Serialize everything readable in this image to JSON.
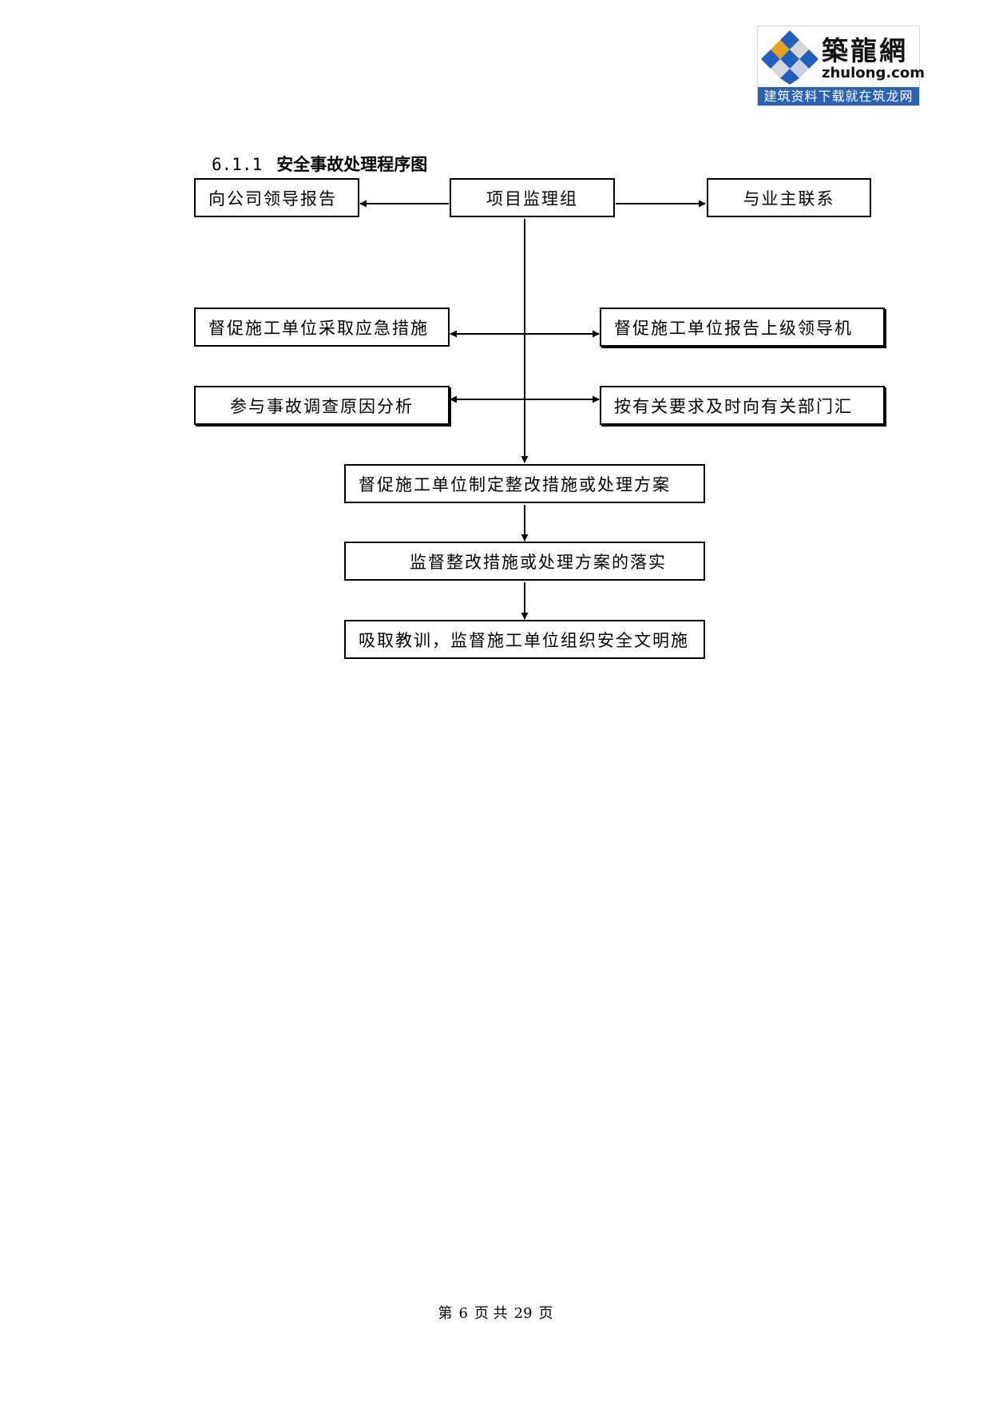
{
  "logo": {
    "name_cn": "築龍網",
    "name_en": "zhulong.com",
    "slogan": "建筑资料下载就在筑龙网"
  },
  "heading": {
    "number": "6.1.1",
    "title": "安全事故处理程序图"
  },
  "flowchart": {
    "nodes": {
      "report_company": "向公司领导报告",
      "supervision_team": "项目监理组",
      "contact_owner": "与业主联系",
      "urge_emergency": "督促施工单位采取应急措施",
      "urge_report": "督促施工单位报告上级领导机",
      "investigate": "参与事故调查原因分析",
      "report_departments": "按有关要求及时向有关部门汇",
      "urge_plan": "督促施工单位制定整改措施或处理方案",
      "supervise_plan": "监督整改措施或处理方案的落实",
      "lessons": "吸取教训，监督施工单位组织安全文明施"
    },
    "edges": [
      {
        "from": "supervision_team",
        "to": "report_company"
      },
      {
        "from": "supervision_team",
        "to": "contact_owner"
      },
      {
        "from": "supervision_team",
        "to": "urge_emergency"
      },
      {
        "from": "supervision_team",
        "to": "urge_report"
      },
      {
        "from": "supervision_team",
        "to": "investigate"
      },
      {
        "from": "supervision_team",
        "to": "report_departments"
      },
      {
        "from": "supervision_team",
        "to": "urge_plan"
      },
      {
        "from": "urge_plan",
        "to": "supervise_plan"
      },
      {
        "from": "supervise_plan",
        "to": "lessons"
      }
    ]
  },
  "footer": {
    "prefix": "第",
    "page": "6",
    "mid": "页 共",
    "total": "29",
    "suffix": "页"
  }
}
